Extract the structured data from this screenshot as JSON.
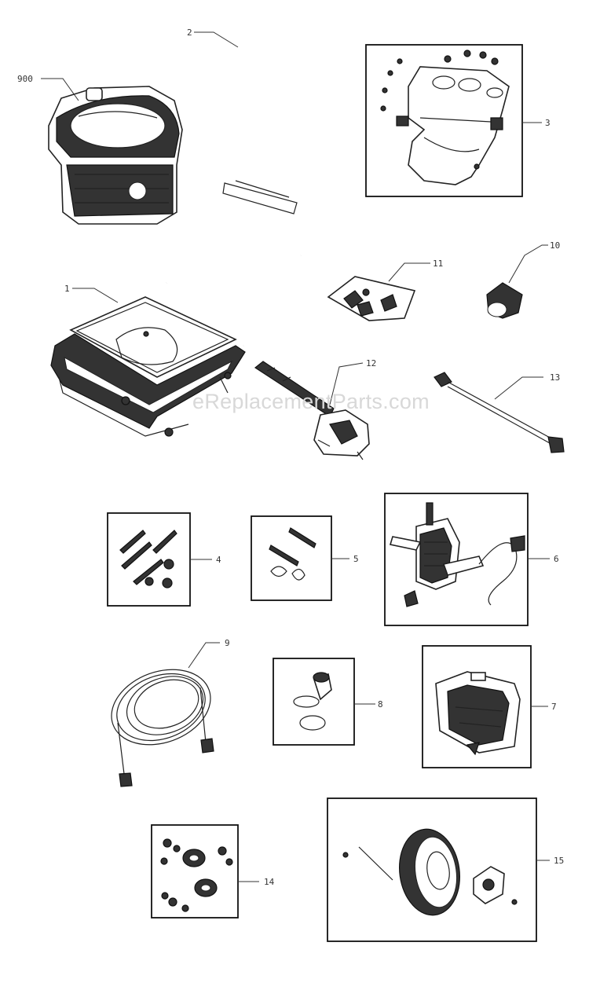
{
  "watermark": "eReplacementParts.com",
  "callouts": {
    "engine": "900",
    "handle": "2",
    "bracket_kit": "3",
    "base_frame": "1",
    "kit_11": "11",
    "nozzle_10": "10",
    "spray_gun": "12",
    "lance": "13",
    "hardware_kit_4": "4",
    "hardware_kit_5": "5",
    "pump": "6",
    "hose": "9",
    "kit_8": "8",
    "tank": "7",
    "kit_14": "14",
    "wheel_kit": "15"
  }
}
